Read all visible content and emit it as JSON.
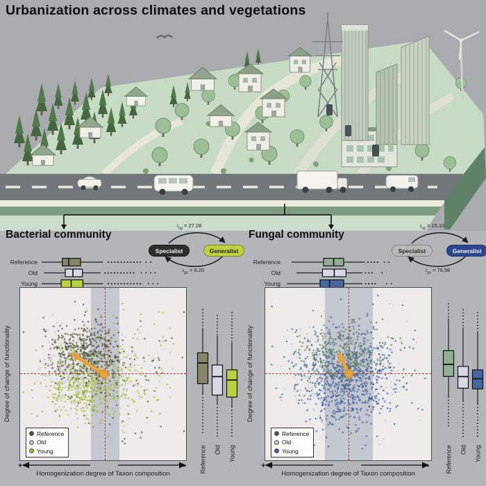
{
  "title": "Urbanization across climates and vegetations",
  "colors": {
    "background": "#b3b5b8",
    "sky": "#a9abae",
    "plot_bg": "#edecea",
    "band": "#c4c8d0",
    "crosshair": "#b23a2f",
    "arrow": "#e8a33b",
    "arrow_edge": "#c8892e"
  },
  "panels": {
    "bacterial": {
      "heading": "Bacterial community",
      "ylabel": "Degree of change of functionality",
      "xlabel": "Homogenization degree of Taxon composition",
      "x_plus": "+",
      "x_minus": "−",
      "cycle": {
        "specialist": {
          "label": "Specialist",
          "bg": "#2e2e2e",
          "fg": "#f2f2f2",
          "border": "#161616"
        },
        "generalist": {
          "label": "Generalist",
          "bg": "#bdd23e",
          "fg": "#1c1c1c",
          "border": "#7c8c26"
        },
        "rate_top": {
          "prefix": "t",
          "sub": "sg",
          "rest": " = 27.28"
        },
        "rate_bottom": {
          "prefix": "t",
          "sub": "gs",
          "rest": " = 8.20"
        }
      },
      "legend": [
        {
          "label": "Reference",
          "color": "#4a4f35"
        },
        {
          "label": "Old",
          "color": "#c5c4d6"
        },
        {
          "label": "Young",
          "color": "#a3bd2f"
        }
      ]
    },
    "fungal": {
      "heading": "Fungal community",
      "ylabel": "Degree of change of functionality",
      "xlabel": "Homogenization degree of Taxon composition",
      "x_plus": "+",
      "x_minus": "−",
      "cycle": {
        "specialist": {
          "label": "Specialist",
          "bg": "#b9bab8",
          "fg": "#2b2b2b",
          "border": "#85878a"
        },
        "generalist": {
          "label": "Generalist",
          "bg": "#2c4791",
          "fg": "#f2f2f2",
          "border": "#1d3166"
        },
        "rate_top": {
          "prefix": "t",
          "sub": "sg",
          "rest": " = 15.10"
        },
        "rate_bottom": {
          "prefix": "t",
          "sub": "gs",
          "rest": " = 76.56"
        }
      },
      "legend": [
        {
          "label": "Reference",
          "color": "#50564c"
        },
        {
          "label": "Old",
          "color": "#c5c4d6"
        },
        {
          "label": "Young",
          "color": "#3a5a9e"
        }
      ]
    }
  },
  "chart_data": [
    {
      "id": "bacterial",
      "type": "scatter",
      "title": "Bacterial community",
      "xlabel": "Homogenization degree of Taxon composition",
      "ylabel": "Degree of change of functionality",
      "axis_note": "no numeric ticks shown; coordinates normalized 0-1 (y: 0=top)",
      "x_axis_signs": [
        "+",
        "−"
      ],
      "legend_position": "bottom-left",
      "transition_rates": {
        "t_sg": 27.28,
        "t_gs": 8.2
      },
      "band_x": [
        0.425,
        0.6
      ],
      "crosshair": {
        "x": 0.512,
        "y": 0.496
      },
      "centroid_shift_arrow": {
        "from": [
          0.505,
          0.5
        ],
        "to": [
          0.315,
          0.385
        ]
      },
      "seed": 11,
      "groups": [
        {
          "name": "Old",
          "color": "#c5c4d6",
          "points": [
            {
              "n": 420,
              "cx": 0.38,
              "cy": 0.47,
              "sx": 0.115,
              "sy": 0.095
            },
            {
              "n": 90,
              "cx": 0.5,
              "cy": 0.52,
              "sx": 0.21,
              "sy": 0.15
            }
          ]
        },
        {
          "name": "Young",
          "color": "#a3bd2f",
          "points": [
            {
              "n": 430,
              "cx": 0.4,
              "cy": 0.575,
              "sx": 0.125,
              "sy": 0.095
            },
            {
              "n": 130,
              "cx": 0.58,
              "cy": 0.47,
              "sx": 0.21,
              "sy": 0.17
            }
          ]
        },
        {
          "name": "Reference",
          "color": "#4a4f35",
          "points": [
            {
              "n": 460,
              "cx": 0.395,
              "cy": 0.365,
              "sx": 0.115,
              "sy": 0.09
            },
            {
              "n": 110,
              "cx": 0.55,
              "cy": 0.54,
              "sx": 0.21,
              "sy": 0.17
            }
          ]
        }
      ],
      "top_boxplots": {
        "orientation": "horizontal",
        "rows": [
          {
            "label": "Reference",
            "color": "#85856a",
            "lo": 0.0,
            "q1": 0.175,
            "med": 0.23,
            "q3": 0.33,
            "hi": 0.52,
            "out": [
              0.56,
              0.84
            ],
            "far": [
              0.88,
              0.95
            ]
          },
          {
            "label": "Old",
            "color": "#d8d7e6",
            "lo": 0.02,
            "q1": 0.2,
            "med": 0.265,
            "q3": 0.345,
            "hi": 0.5,
            "out": [
              0.53,
              0.8
            ],
            "far": [
              0.84,
              0.98
            ]
          },
          {
            "label": "Young",
            "color": "#b9d03f",
            "lo": 0.0,
            "q1": 0.165,
            "med": 0.25,
            "q3": 0.35,
            "hi": 0.52,
            "out": [
              0.56,
              0.86
            ],
            "far": [
              0.9,
              1.0
            ]
          }
        ]
      },
      "side_boxplots": {
        "orientation": "vertical",
        "rows": [
          {
            "label": "Reference",
            "color": "#85856a",
            "out_hi": 0.1,
            "whisk_hi": 0.24,
            "q3": 0.405,
            "med": 0.476,
            "q1": 0.62,
            "whisk_lo": 0.69,
            "out_lo": 0.98
          },
          {
            "label": "Old",
            "color": "#d8d7e6",
            "out_hi": 0.14,
            "whisk_hi": 0.286,
            "q3": 0.49,
            "med": 0.571,
            "q1": 0.7,
            "whisk_lo": 0.76,
            "out_lo": 0.99
          },
          {
            "label": "Young",
            "color": "#b9d03f",
            "out_hi": 0.12,
            "whisk_hi": 0.333,
            "q3": 0.524,
            "med": 0.595,
            "q1": 0.714,
            "whisk_lo": 0.78,
            "out_lo": 1.0
          }
        ]
      }
    },
    {
      "id": "fungal",
      "type": "scatter",
      "title": "Fungal community",
      "xlabel": "Homogenization degree of Taxon composition",
      "ylabel": "Degree of change of functionality",
      "axis_note": "no numeric ticks shown; coordinates normalized 0-1 (y: 0=top)",
      "x_axis_signs": [
        "+",
        "−"
      ],
      "legend_position": "bottom-left",
      "transition_rates": {
        "t_sg": 15.1,
        "t_gs": 76.56
      },
      "band_x": [
        0.36,
        0.65
      ],
      "crosshair": {
        "x": 0.504,
        "y": 0.496
      },
      "centroid_shift_arrow": {
        "from": [
          0.505,
          0.5
        ],
        "to": [
          0.445,
          0.385
        ]
      },
      "seed": 23,
      "groups": [
        {
          "name": "Old",
          "color": "#c5c4d6",
          "points": [
            {
              "n": 420,
              "cx": 0.465,
              "cy": 0.5,
              "sx": 0.13,
              "sy": 0.115
            },
            {
              "n": 90,
              "cx": 0.5,
              "cy": 0.5,
              "sx": 0.22,
              "sy": 0.18
            }
          ]
        },
        {
          "name": "Young",
          "color": "#3a5a9e",
          "points": [
            {
              "n": 620,
              "cx": 0.475,
              "cy": 0.535,
              "sx": 0.145,
              "sy": 0.125
            },
            {
              "n": 150,
              "cx": 0.52,
              "cy": 0.47,
              "sx": 0.22,
              "sy": 0.19
            }
          ]
        },
        {
          "name": "Reference",
          "color": "#5a7c63",
          "points": [
            {
              "n": 430,
              "cx": 0.47,
              "cy": 0.385,
              "sx": 0.125,
              "sy": 0.095
            }
          ]
        }
      ],
      "top_boxplots": {
        "orientation": "horizontal",
        "rows": [
          {
            "label": "Reference",
            "color": "#8fae94",
            "lo": 0.06,
            "q1": 0.33,
            "med": 0.415,
            "q3": 0.5,
            "hi": 0.68,
            "out": [
              0.7,
              0.8
            ],
            "far": [
              0.84,
              0.9
            ]
          },
          {
            "label": "Old",
            "color": "#d8d7e6",
            "lo": 0.1,
            "q1": 0.32,
            "med": 0.42,
            "q3": 0.52,
            "hi": 0.66,
            "out": [
              0.68,
              0.76
            ],
            "far": [
              0.82,
              0.86
            ]
          },
          {
            "label": "Young",
            "color": "#46669f",
            "lo": 0.02,
            "q1": 0.3,
            "med": 0.38,
            "q3": 0.5,
            "hi": 0.66,
            "out": [
              0.68,
              0.78
            ],
            "far": [
              0.86,
              0.92
            ]
          }
        ]
      },
      "side_boxplots": {
        "orientation": "vertical",
        "rows": [
          {
            "label": "Reference",
            "color": "#8fae94",
            "out_hi": 0.06,
            "whisk_hi": 0.167,
            "q3": 0.39,
            "med": 0.486,
            "q1": 0.57,
            "whisk_lo": 0.71,
            "out_lo": 0.93
          },
          {
            "label": "Old",
            "color": "#d8d7e6",
            "out_hi": 0.1,
            "whisk_hi": 0.23,
            "q3": 0.5,
            "med": 0.571,
            "q1": 0.652,
            "whisk_lo": 0.74,
            "out_lo": 1.0
          },
          {
            "label": "Young",
            "color": "#46669f",
            "out_hi": 0.12,
            "whisk_hi": 0.26,
            "q3": 0.524,
            "med": 0.586,
            "q1": 0.657,
            "whisk_lo": 0.76,
            "out_lo": 1.0
          }
        ]
      }
    }
  ]
}
